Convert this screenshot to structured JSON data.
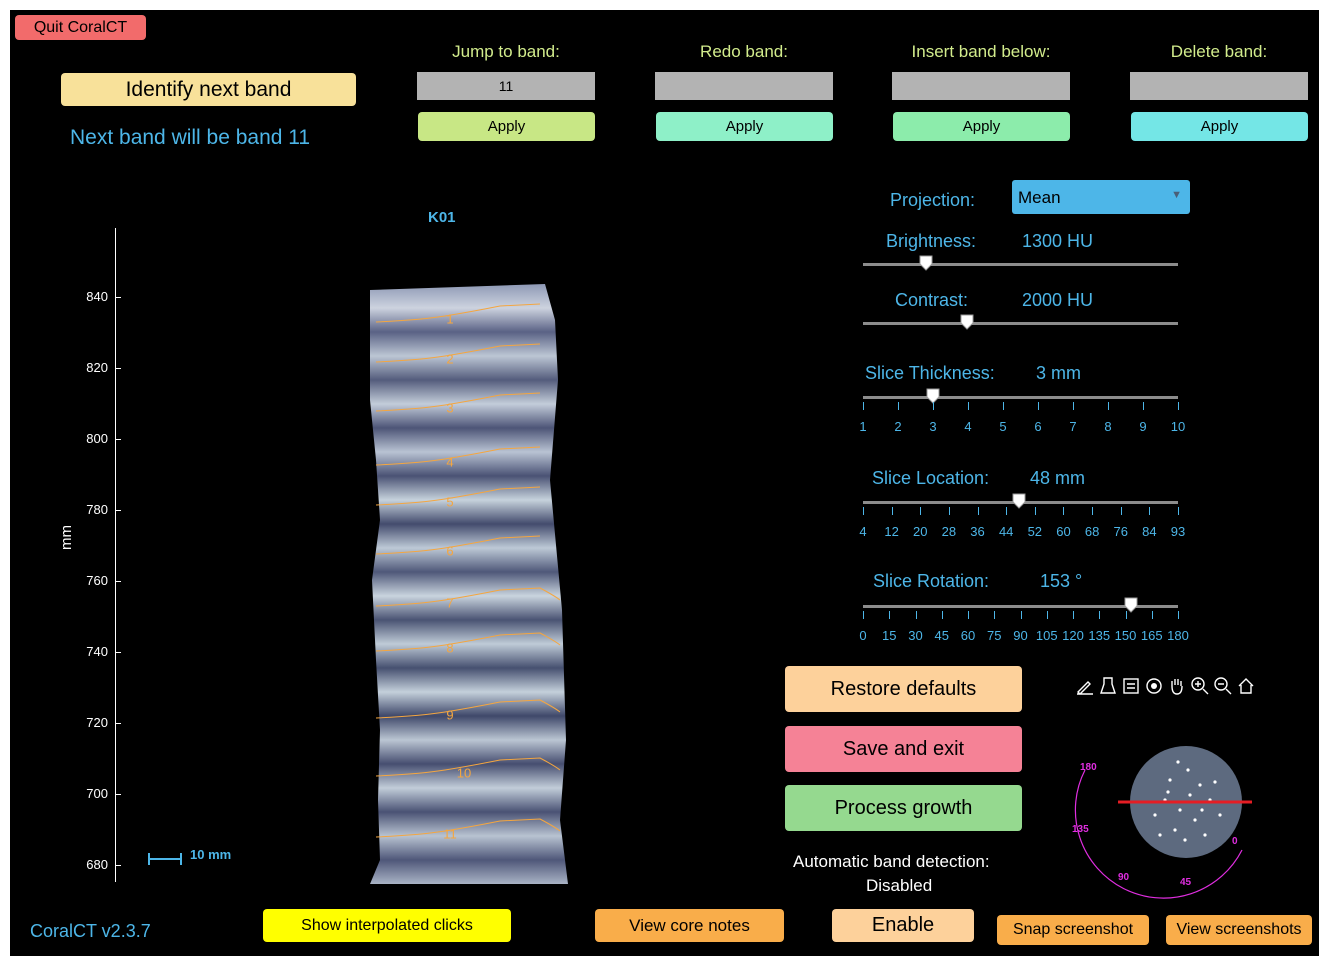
{
  "app": {
    "quit_label": "Quit CoralCT",
    "version": "CoralCT v2.3.7"
  },
  "top_left": {
    "identify_label": "Identify next band",
    "next_band_text": "Next band will be band 11"
  },
  "band_controls": [
    {
      "label": "Jump to band:",
      "value": "11",
      "apply": "Apply",
      "color": "#c8e785"
    },
    {
      "label": "Redo band:",
      "value": "",
      "apply": "Apply",
      "color": "#8ef0c8"
    },
    {
      "label": "Insert band below:",
      "value": "",
      "apply": "Apply",
      "color": "#8cecab"
    },
    {
      "label": "Delete band:",
      "value": "",
      "apply": "Apply",
      "color": "#74e6e6"
    }
  ],
  "plot": {
    "title": "K01",
    "ylabel": "mm",
    "scale_bar": "10 mm",
    "yticks": [
      "840",
      "820",
      "800",
      "780",
      "760",
      "740",
      "720",
      "700",
      "680"
    ],
    "bands": [
      "1",
      "2",
      "3",
      "4",
      "5",
      "6",
      "7",
      "8",
      "9",
      "10",
      "11"
    ]
  },
  "settings": {
    "projection_label": "Projection:",
    "projection_value": "Mean",
    "brightness_label": "Brightness:",
    "brightness_value": "1300 HU",
    "brightness_level": 0.2,
    "contrast_label": "Contrast:",
    "contrast_value": "2000 HU",
    "contrast_level": 0.33,
    "thickness_label": "Slice Thickness:",
    "thickness_value": "3 mm",
    "thickness_ticks": [
      "1",
      "2",
      "3",
      "4",
      "5",
      "6",
      "7",
      "8",
      "9",
      "10"
    ],
    "thickness_level": 3,
    "location_label": "Slice Location:",
    "location_value": "48 mm",
    "location_ticks": [
      "4",
      "12",
      "20",
      "28",
      "36",
      "44",
      "52",
      "60",
      "68",
      "76",
      "84",
      "93"
    ],
    "location_level": 48,
    "rotation_label": "Slice Rotation:",
    "rotation_value": "153 °",
    "rotation_ticks": [
      "0",
      "15",
      "30",
      "45",
      "60",
      "75",
      "90",
      "105",
      "120",
      "135",
      "150",
      "165",
      "180"
    ],
    "rotation_level": 153
  },
  "actions": {
    "restore_label": "Restore defaults",
    "save_label": "Save and exit",
    "process_label": "Process growth",
    "auto_detect_label": "Automatic band detection:",
    "auto_detect_status": "Disabled",
    "enable_label": "Enable"
  },
  "bottom": {
    "interpolated_label": "Show interpolated clicks",
    "core_notes_label": "View core notes",
    "snap_label": "Snap screenshot",
    "view_shots_label": "View screenshots"
  },
  "rotation_dial": {
    "labels": [
      "180",
      "135",
      "90",
      "45",
      "0"
    ]
  },
  "toolbar_icons": [
    "edit-icon",
    "export-icon",
    "data-icon",
    "rotate-icon",
    "pan-icon",
    "zoom-in-icon",
    "zoom-out-icon",
    "home-icon"
  ],
  "colors": {
    "blue_text": "#4db6e8",
    "band_line": "#f4a640",
    "quit": "#f26b6b",
    "restore": "#fdd19b",
    "save": "#f58296",
    "process": "#95d98f",
    "dial": "#e02ee0"
  }
}
